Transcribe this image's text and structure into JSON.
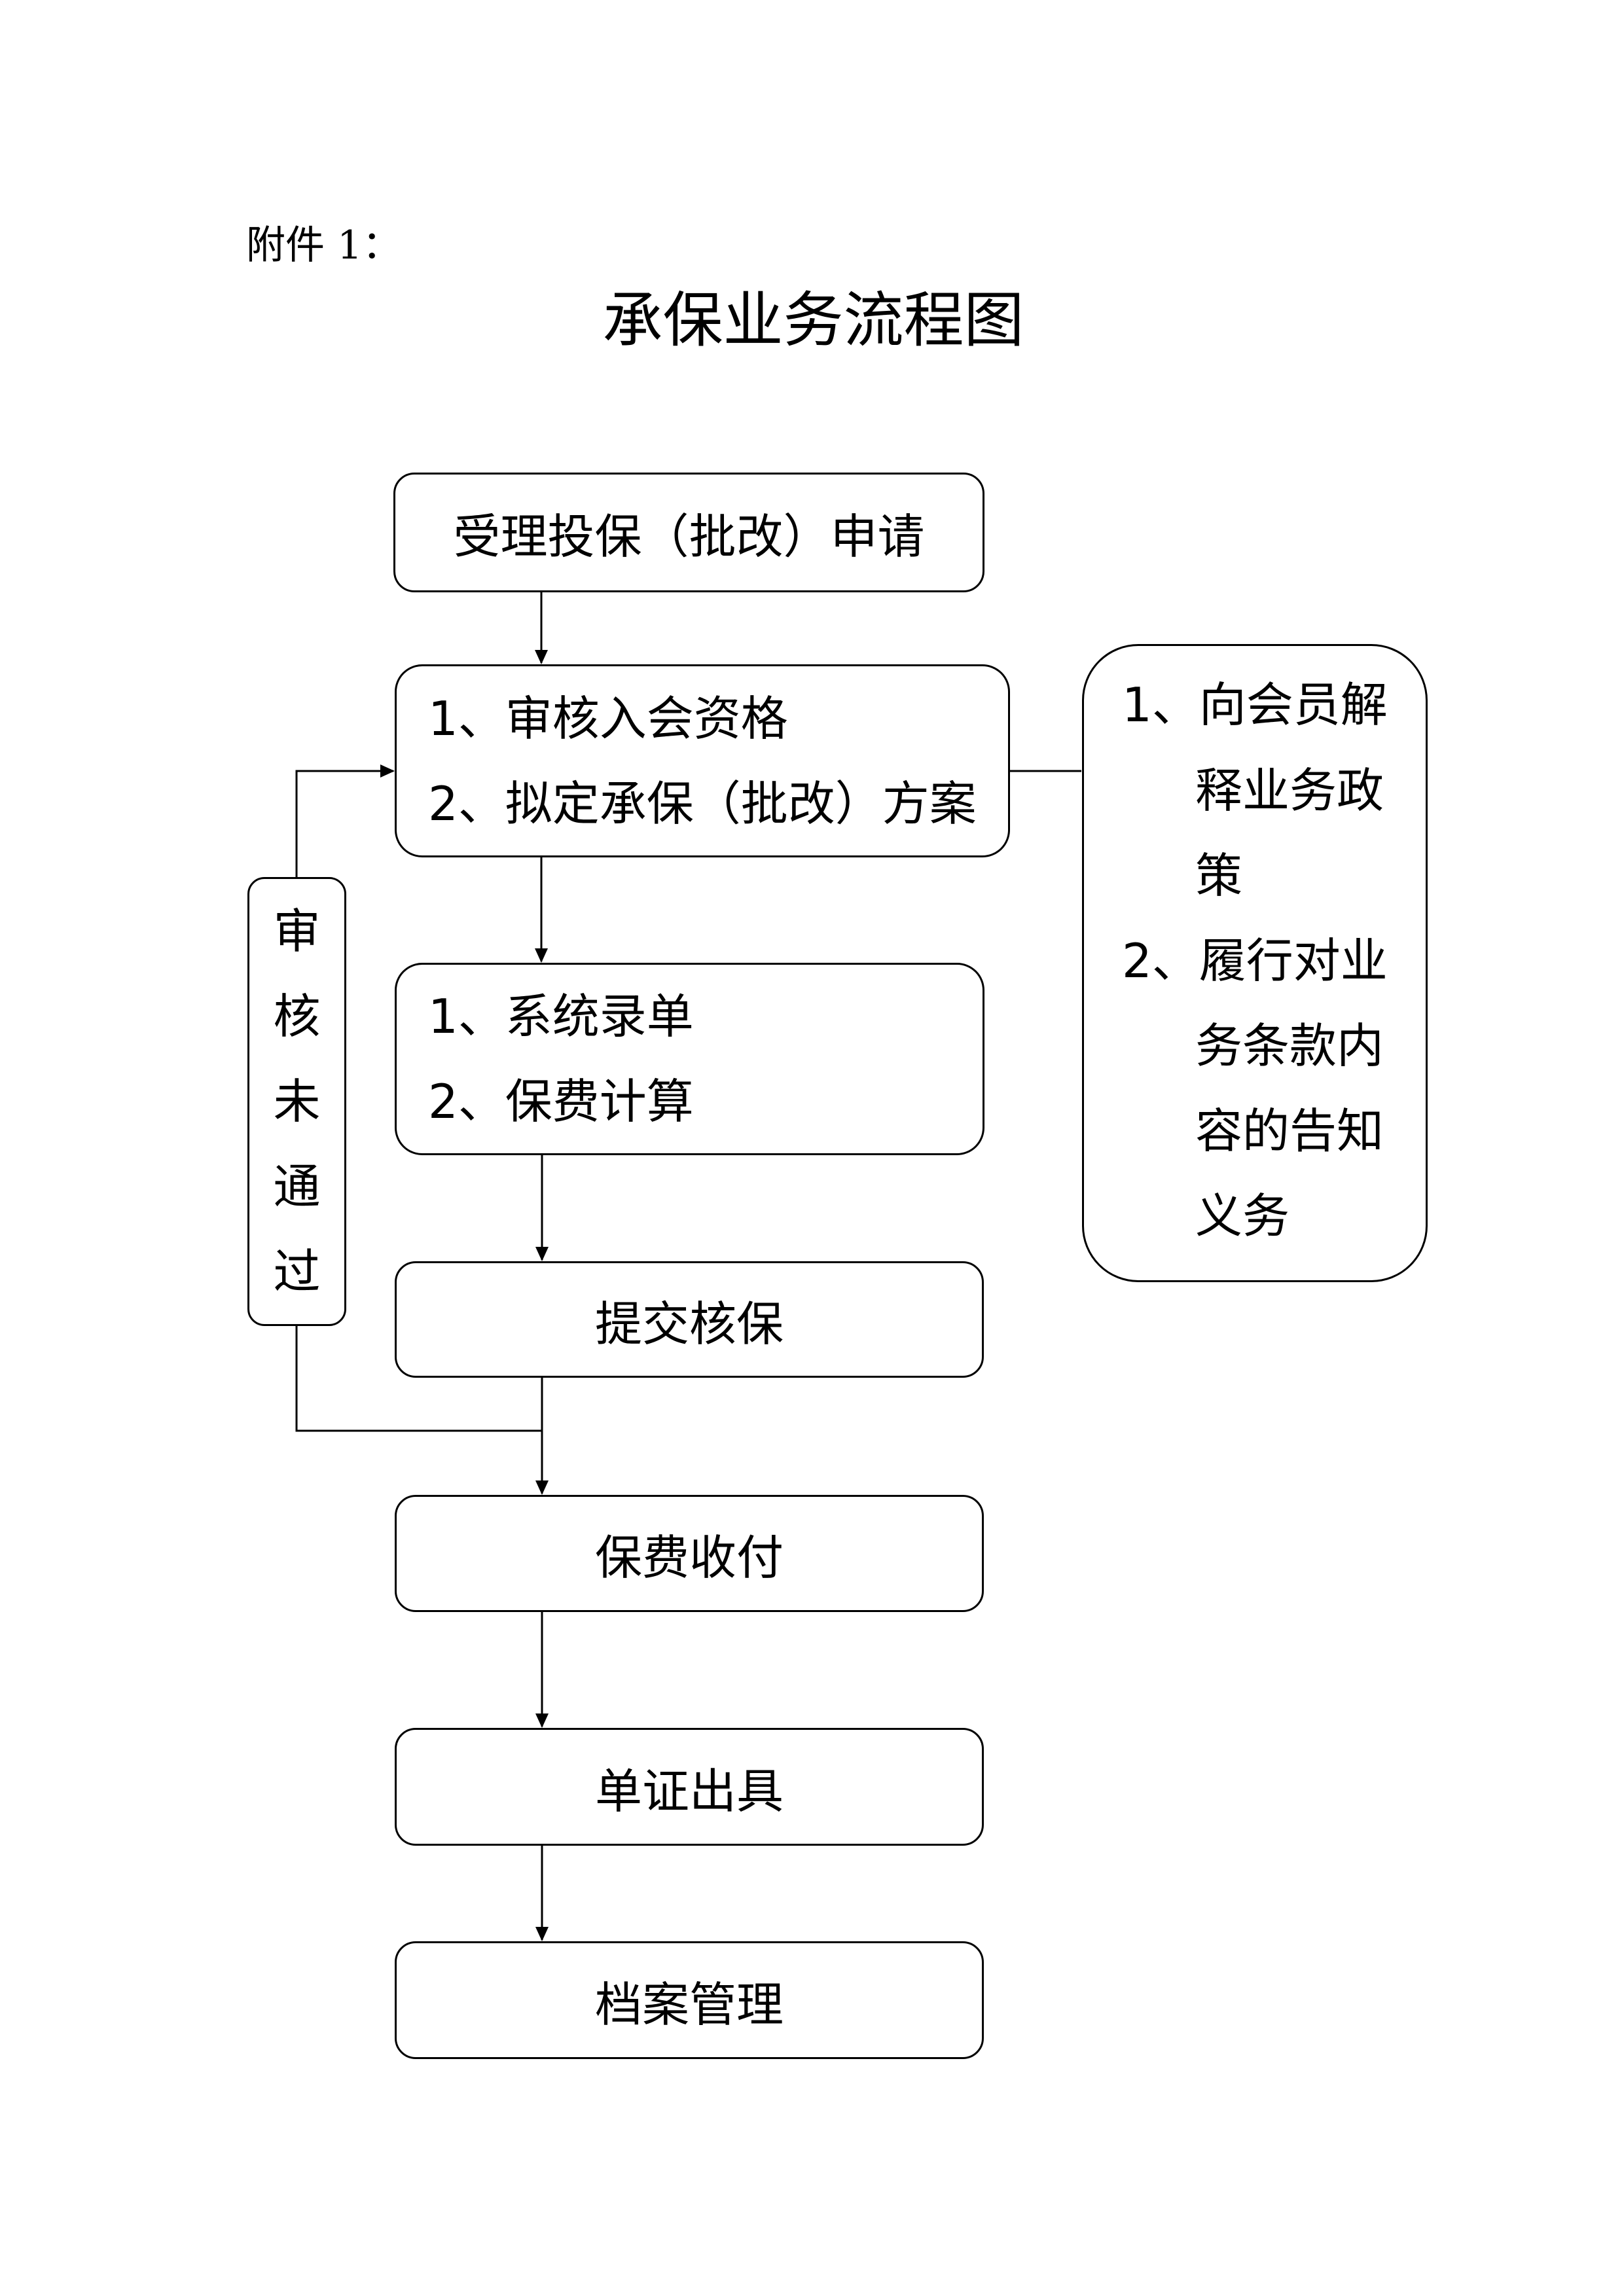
{
  "header": {
    "attachment_label": "附件 1：",
    "title": "承保业务流程图"
  },
  "flow": {
    "step1": "受理投保（批改）申请",
    "step2": {
      "line1": "1、审核入会资格",
      "line2": "2、拟定承保（批改）方案"
    },
    "step3": {
      "line1": "1、系统录单",
      "line2": "2、保费计算"
    },
    "step4": "提交核保",
    "step5": "保费收付",
    "step6": "单证出具",
    "step7": "档案管理"
  },
  "rejection_box": {
    "chars": [
      "审",
      "核",
      "未",
      "通",
      "过"
    ],
    "label": "审核未通过"
  },
  "side_note": {
    "lines": [
      "1、向会员解",
      "释业务政",
      "策",
      "2、履行对业",
      "务条款内",
      "容的告知",
      "义务"
    ]
  }
}
